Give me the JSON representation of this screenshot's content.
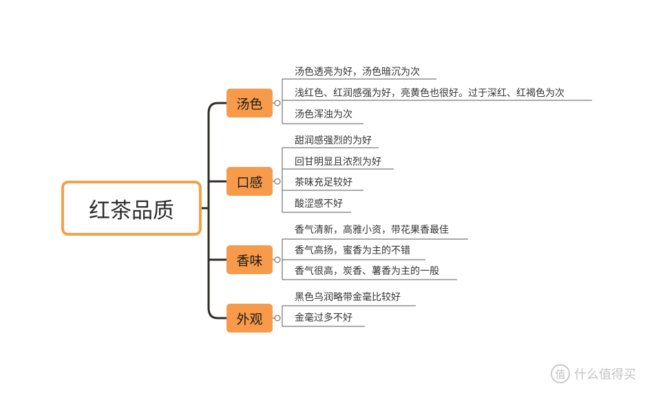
{
  "root": {
    "label": "红茶品质"
  },
  "branches": [
    {
      "label": "汤色",
      "leaves": [
        "汤色透亮为好，汤色暗沉为次",
        "浅红色、红润感强为好，亮黄色也很好。过于深红、红褐色为次",
        "汤色浑浊为次"
      ]
    },
    {
      "label": "口感",
      "leaves": [
        "甜润感强烈的为好",
        "回甘明显且浓烈为好",
        "茶味充足较好",
        "酸涩感不好"
      ]
    },
    {
      "label": "香味",
      "leaves": [
        "香气清新，高雅小资，带花果香最佳",
        "香气高扬，蜜香为主的不错",
        "香气很高，炭香、薯香为主的一般"
      ]
    },
    {
      "label": "外观",
      "leaves": [
        "黑色乌润略带金毫比较好",
        "金毫过多不好"
      ]
    }
  ],
  "watermark": {
    "text": "什么值得买",
    "logo_glyph": "值"
  },
  "colors": {
    "branch_fill": "#f79a4a",
    "root_border": "#f5a04a",
    "trunk_line": "#2e2a26",
    "leaf_line": "#555555"
  }
}
